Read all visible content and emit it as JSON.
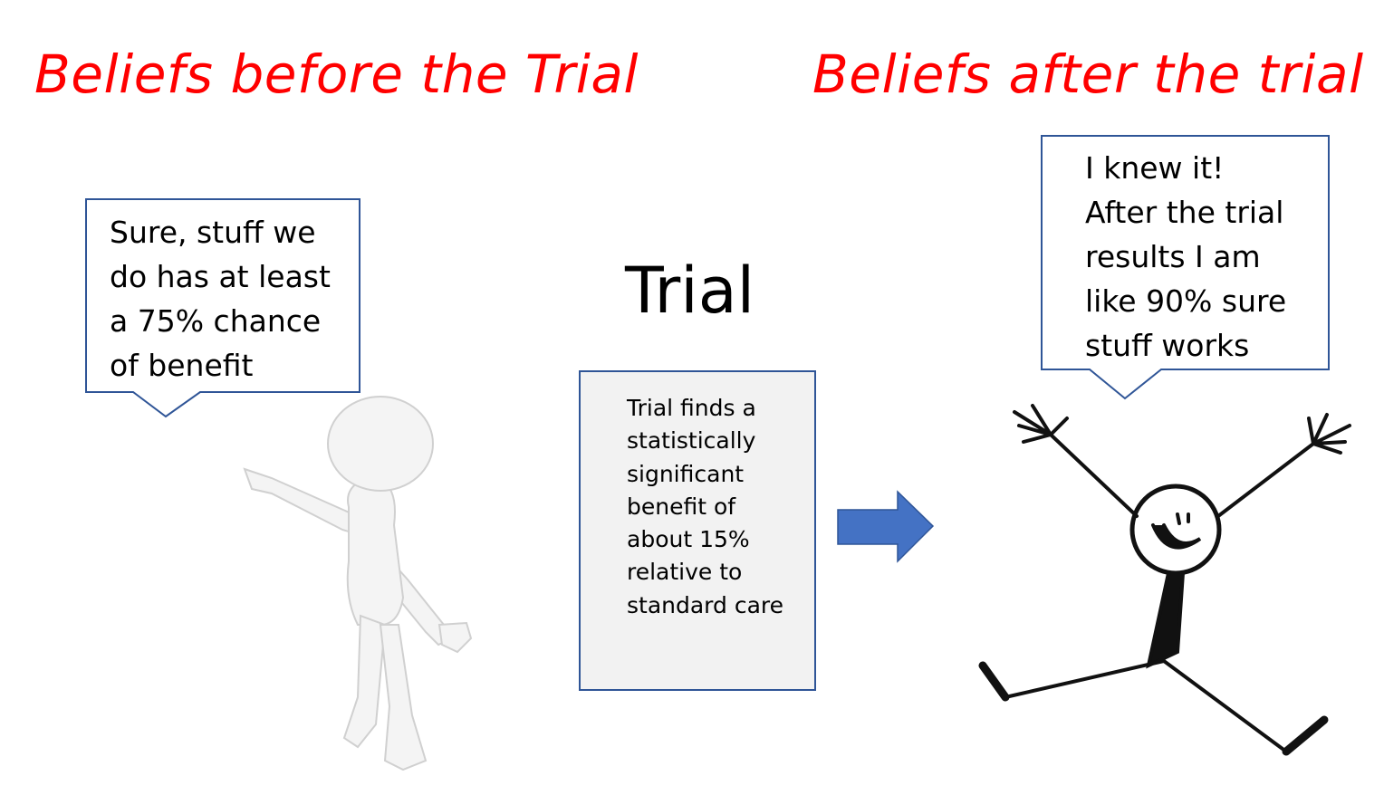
{
  "titles": {
    "before": "Beliefs before the Trial",
    "after": "Beliefs after the trial"
  },
  "before_bubble": {
    "lines": [
      "Sure, stuff we",
      "do has at least",
      "a 75% chance",
      "of benefit"
    ]
  },
  "trial": {
    "heading": "Trial",
    "result_lines": [
      "Trial finds a",
      "statistically",
      "significant",
      "benefit of",
      "about 15%",
      "relative to",
      "standard care"
    ]
  },
  "after_bubble": {
    "lines": [
      "I knew it!",
      "After the trial",
      "results I am",
      "like 90% sure",
      "stuff works"
    ]
  },
  "colors": {
    "title": "#ff0000",
    "bubble_border": "#2f5597",
    "arrow": "#4472c4",
    "box_fill": "#f2f2f2"
  }
}
